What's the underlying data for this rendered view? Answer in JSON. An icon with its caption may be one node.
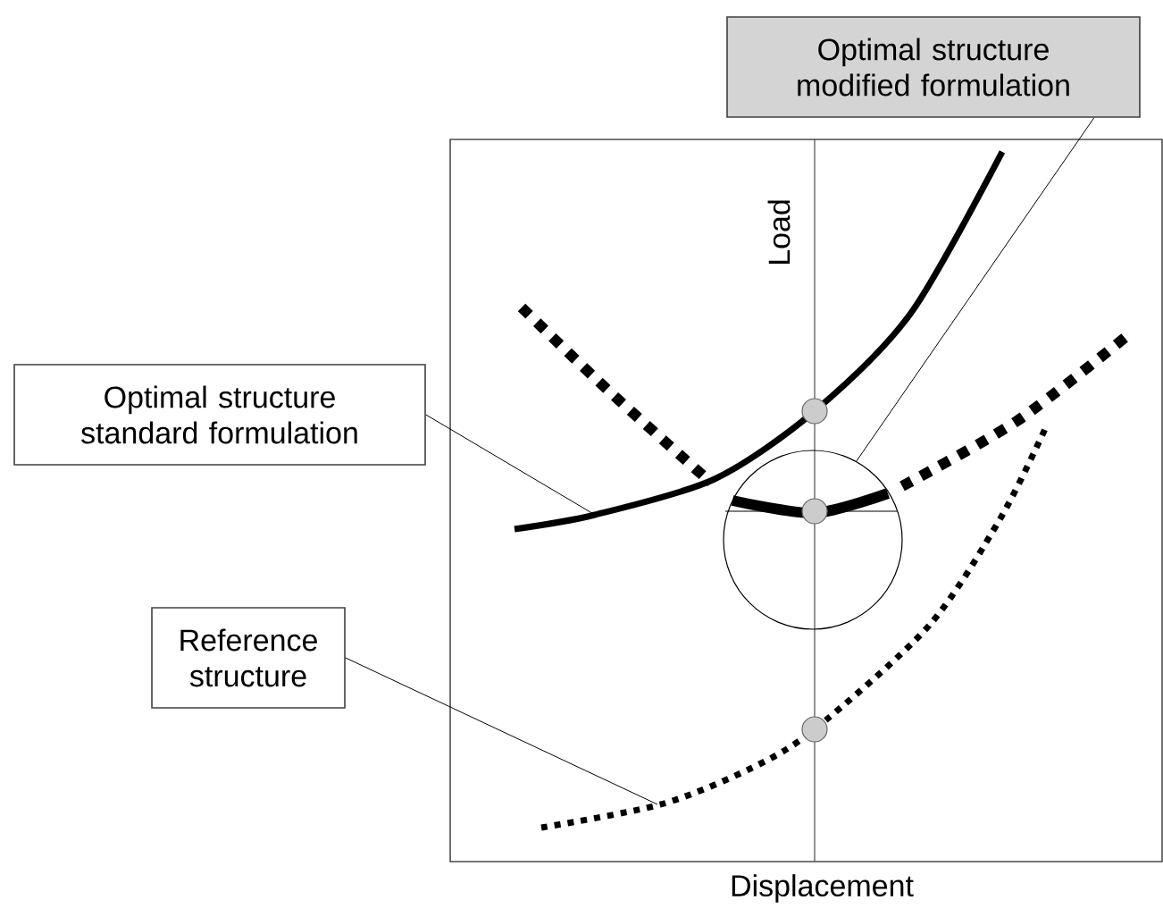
{
  "diagram": {
    "nodes": [
      {
        "text": [
          "Optimal structure modified formulation"
        ]
      },
      {
        "text": [
          "Optimal structure standard formulation"
        ]
      },
      {
        "text": [
          "Reference structure"
        ]
      },
      {
        "text": [],
        "shape": "circle"
      }
    ],
    "edges": [
      {
        "from": 0,
        "to": 3,
        "arrow": "none"
      },
      {
        "from": 1,
        "to": null,
        "arrow": "none"
      },
      {
        "from": 2,
        "to": null,
        "arrow": "none"
      }
    ],
    "labels": [
      "Load",
      "Displacement"
    ]
  }
}
